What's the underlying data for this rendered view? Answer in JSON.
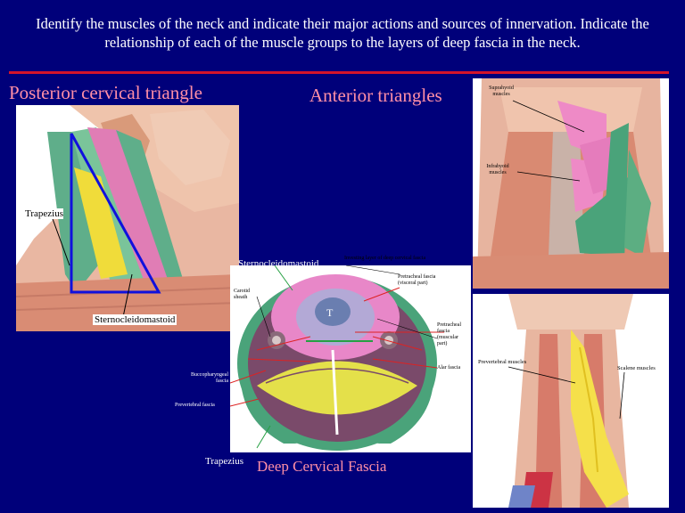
{
  "title": "Identify the muscles of the neck and indicate their major actions and sources of innervation. Indicate the relationship of each of the muscle groups to the layers of deep fascia in the neck.",
  "headings": {
    "posterior": "Posterior cervical triangle",
    "anterior": "Anterior triangles"
  },
  "posterior_panel": {
    "trapezius": "Trapezius",
    "scm": "Sternocleidomastoid"
  },
  "anterior_panel": {
    "suprahyoid": "Suprahyoid muscles",
    "infrahyoid": "Infrahyoid muscles"
  },
  "deep_panel": {
    "prevertebral": "Prevertebral muscles",
    "scalene": "Scalene muscles"
  },
  "cross_section": {
    "caption": "Deep Cervical Fascia",
    "scm": "Sternocleidomastoid",
    "trapezius": "Trapezius",
    "investing": "Investing layer of deep cervical fascia",
    "pretracheal_visceral": "Pretracheal fascia (visceral part)",
    "carotid": "Carotid sheath",
    "trachea": "T",
    "pretracheal_muscular": "Pretracheal fascia (muscular part)",
    "alar": "Alar fascia",
    "buccopharyngeal": "Buccopharyngeal fascia",
    "prevertebral_fascia": "Prevertebral fascia"
  },
  "colors": {
    "background": "#00007a",
    "accent_text": "#ff8fa6",
    "rule": "#d4142a",
    "pink_muscle": "#e887c8",
    "green_muscle": "#4aa37a",
    "yellow_muscle": "#f2e24a",
    "outline_blue": "#1010dd"
  }
}
